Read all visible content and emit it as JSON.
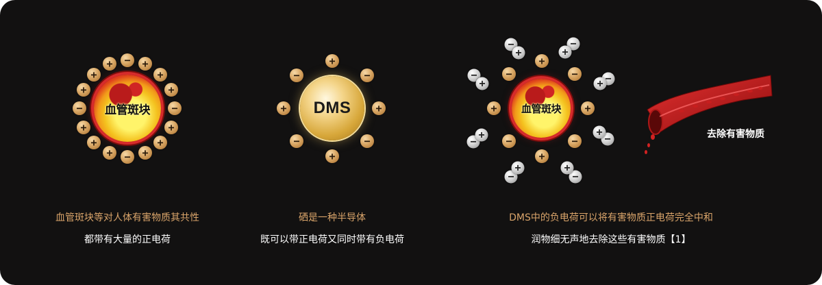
{
  "panels": [
    {
      "plaque_label": "血管斑块",
      "caption_line1": "血管斑块等对人体有害物质其共性",
      "caption_line2": "都带有大量的正电荷"
    },
    {
      "core_label": "DMS",
      "caption_line1": "硒是一种半导体",
      "caption_line2": "既可以带正电荷又同时带有负电荷"
    },
    {
      "plaque_label": "血管斑块",
      "vessel_label": "去除有害物质",
      "caption_line1": "DMS中的负电荷可以将有害物质正电荷完全中和",
      "caption_line2": "润物细无声地去除这些有害物质【1】"
    }
  ],
  "icons": {
    "positive_charge": "+",
    "negative_charge": "−"
  },
  "colors": {
    "background": "#121111",
    "caption_accent": "#d9a46a",
    "caption_text": "#ffffff",
    "charge_gold": "#d9a765",
    "charge_silver": "#cfcfcf",
    "plaque_red": "#d62b2b",
    "plaque_yellow": "#f4c21f"
  }
}
